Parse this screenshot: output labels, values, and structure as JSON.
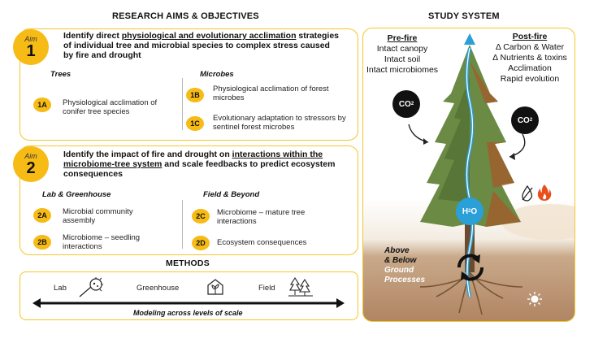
{
  "headers": {
    "left": "RESEARCH AIMS & OBJECTIVES",
    "right": "STUDY SYSTEM",
    "methods": "METHODS"
  },
  "aim1": {
    "word": "Aim",
    "num": "1",
    "title_a": "Identify direct ",
    "title_u": "physiological and evolutionary acclimation",
    "title_b": " strategies of individual tree and microbial species to complex stress caused by fire and drought",
    "col1_head": "Trees",
    "col2_head": "Microbes",
    "items": [
      {
        "badge": "1A",
        "text": "Physiological acclimation of conifer tree species"
      },
      {
        "badge": "1B",
        "text": "Physiological acclimation of forest microbes"
      },
      {
        "badge": "1C",
        "text": "Evolutionary adaptation to stressors by sentinel forest microbes"
      }
    ]
  },
  "aim2": {
    "word": "Aim",
    "num": "2",
    "title_a": "Identify the impact of fire and drought on ",
    "title_u": "interactions within the microbiome-tree system",
    "title_b": " and scale feedbacks to predict ecosystem consequences",
    "col1_head": "Lab & Greenhouse",
    "col2_head": "Field & Beyond",
    "items": [
      {
        "badge": "2A",
        "text": "Microbial community assembly"
      },
      {
        "badge": "2B",
        "text": "Microbiome – seedling interactions"
      },
      {
        "badge": "2C",
        "text": "Microbiome – mature tree interactions"
      },
      {
        "badge": "2D",
        "text": "Ecosystem consequences"
      }
    ]
  },
  "methods": {
    "lab": "Lab",
    "greenhouse": "Greenhouse",
    "field": "Field",
    "scale": "Modeling across levels of scale"
  },
  "system": {
    "prefire_head": "Pre-fire",
    "prefire_lines": [
      "Intact canopy",
      "Intact soil",
      "Intact microbiomes"
    ],
    "postfire_head": "Post-fire",
    "postfire_lines": [
      "Δ Carbon & Water",
      "Δ Nutrients & toxins",
      "Acclimation",
      "Rapid evolution"
    ],
    "co2_left": "CO",
    "co2_right": "CO",
    "co2_sub": "2",
    "h2o": "H",
    "h2o_sub": "2",
    "h2o_tail": "O",
    "ground_lines": [
      "Above",
      "& Below",
      "Ground",
      "Processes"
    ]
  },
  "colors": {
    "accent": "#f7bb16",
    "border": "#f3c72a",
    "water": "#2a9fd8",
    "tree": "#5d7a3a",
    "burnt": "#b0501e"
  },
  "icons": [
    "microscope-icon",
    "greenhouse-icon",
    "trees-icon",
    "drought-drop-icon",
    "fire-icon",
    "cycle-icon",
    "microbe-icon"
  ]
}
